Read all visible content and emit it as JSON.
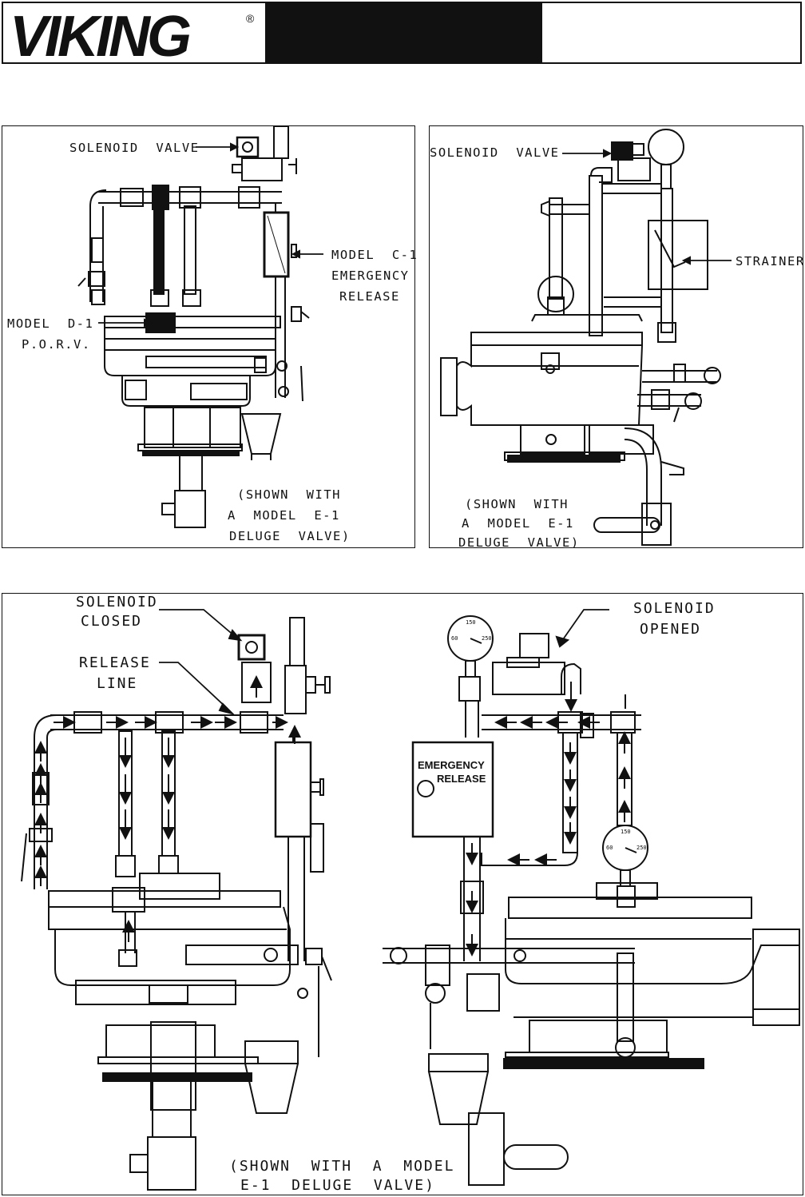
{
  "header": {
    "brand": "VIKING",
    "registered": "®"
  },
  "panel_a": {
    "solenoid_label": "SOLENOID  VALVE",
    "c1_label_1": "MODEL  C-1",
    "c1_label_2": "EMERGENCY",
    "c1_label_3": "RELEASE",
    "d1_label_1": "MODEL  D-1",
    "d1_label_2": "P.O.R.V.",
    "note_1": "(SHOWN  WITH",
    "note_2": "A  MODEL  E-1",
    "note_3": "DELUGE  VALVE)"
  },
  "panel_b": {
    "solenoid_label": "SOLENOID  VALVE",
    "strainer_label": "STRAINER",
    "note_1": "(SHOWN  WITH",
    "note_2": "A  MODEL  E-1",
    "note_3": "DELUGE  VALVE)"
  },
  "panel_c": {
    "solenoid_closed_1": "SOLENOID",
    "solenoid_closed_2": "CLOSED",
    "release_line_1": "RELEASE",
    "release_line_2": "LINE",
    "solenoid_opened_1": "SOLENOID",
    "solenoid_opened_2": "OPENED",
    "er_1": "EMERGENCY",
    "er_2": "RELEASE",
    "gauge_a": [
      "150",
      "60",
      "250"
    ],
    "gauge_b": [
      "150",
      "60",
      "250"
    ],
    "note_1": "(SHOWN  WITH  A  MODEL",
    "note_2": "E-1  DELUGE  VALVE)"
  }
}
